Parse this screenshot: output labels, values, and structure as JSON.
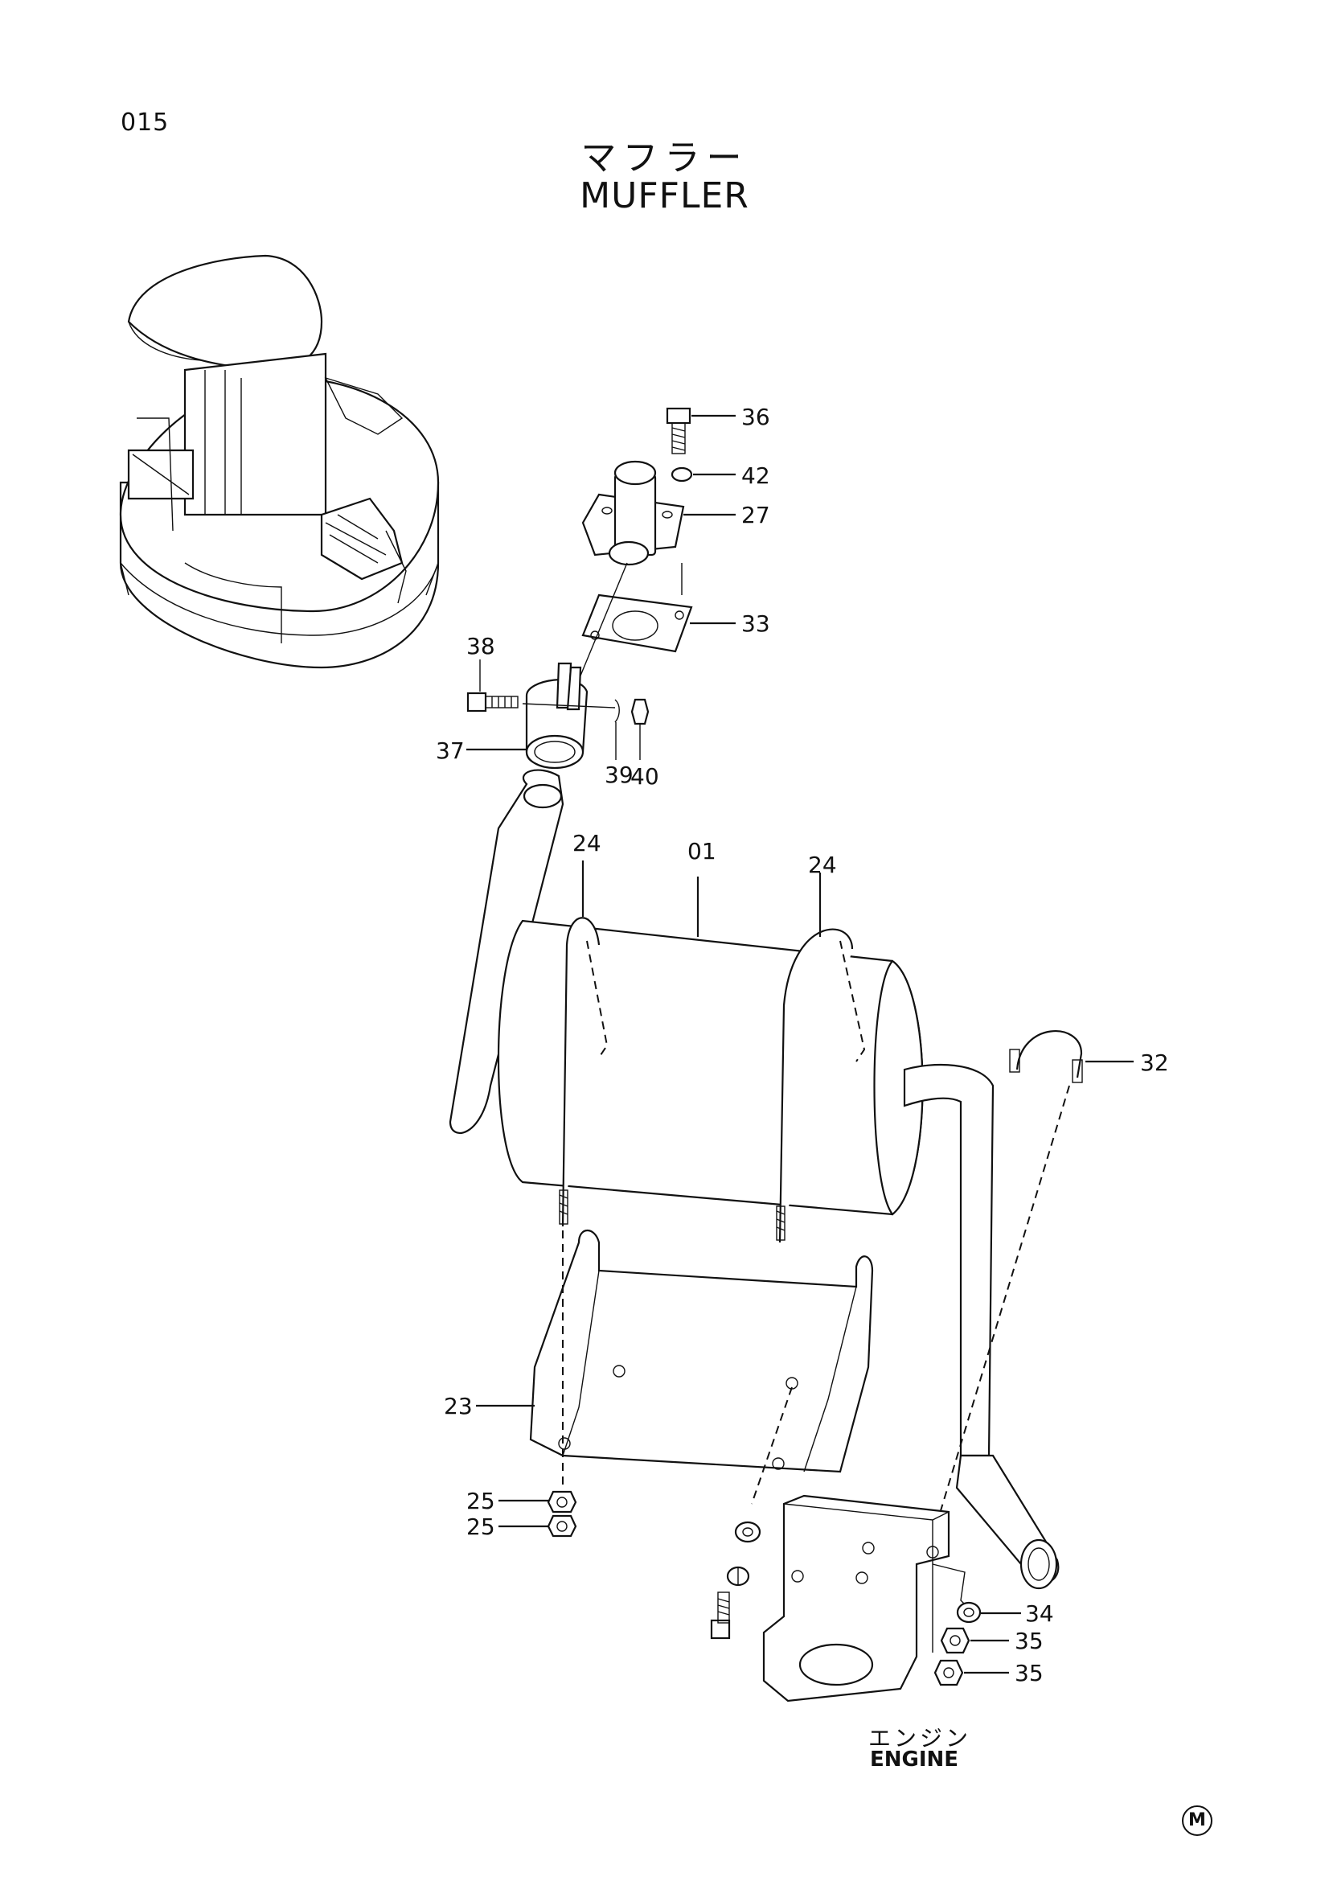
{
  "page": {
    "number": "015"
  },
  "title": {
    "jp": "マフラー",
    "en": "MUFFLER"
  },
  "engine": {
    "jp": "エンジン",
    "en": "ENGINE"
  },
  "mark": "M",
  "callouts": {
    "c36": "36",
    "c42": "42",
    "c27": "27",
    "c33": "33",
    "c38": "38",
    "c37": "37",
    "c39": "39",
    "c40": "40",
    "c24a": "24",
    "c01": "01",
    "c24b": "24",
    "c32": "32",
    "c23": "23",
    "c25a": "25",
    "c25b": "25",
    "c34": "34",
    "c35a": "35",
    "c35b": "35"
  }
}
